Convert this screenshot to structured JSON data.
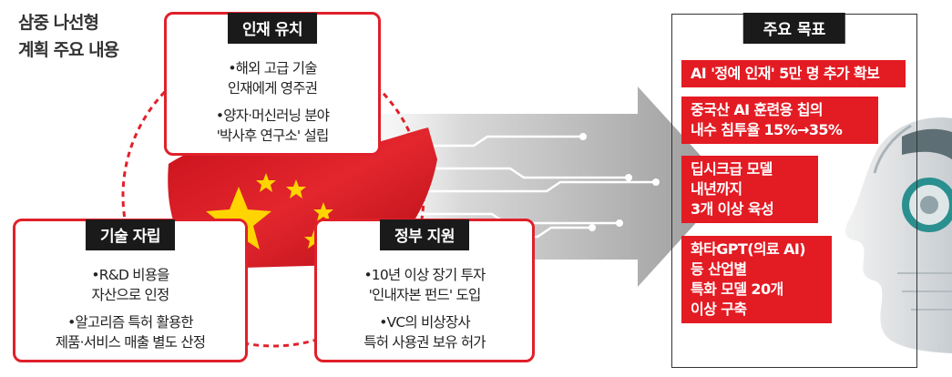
{
  "title": {
    "line1": "삼중 나선형",
    "line2": "계획 주요 내용"
  },
  "talent": {
    "tag": "인재 유치",
    "items": [
      [
        "해외 고급 기술",
        "인재에게 영주권"
      ],
      [
        "양자·머신러닝 분야",
        "'박사후 연구소' 설립"
      ]
    ]
  },
  "tech": {
    "tag": "기술 자립",
    "items": [
      [
        "R&D 비용을",
        "자산으로 인정"
      ],
      [
        "알고리즘 특허 활용한",
        "제품·서비스 매출 별도 산정"
      ]
    ]
  },
  "gov": {
    "tag": "정부 지원",
    "items": [
      [
        "10년 이상 장기 투자",
        "'인내자본 펀드' 도입"
      ],
      [
        "VC의 비상장사",
        "특허 사용권 보유 허가"
      ]
    ]
  },
  "goals": {
    "tag": "주요 목표",
    "items": [
      [
        "AI '정예 인재' 5만 명 추가 확보"
      ],
      [
        "중국산 AI 훈련용 칩의",
        "내수 침투율 15%→35%"
      ],
      [
        "딥시크급 모델",
        "내년까지",
        "3개 이상 육성"
      ],
      [
        "화타GPT(의료 AI)",
        "등 산업별",
        "특화 모델 20개",
        "이상 구축"
      ]
    ]
  },
  "colors": {
    "accent": "#e31b23",
    "tag_bg": "#1a1a1a",
    "flag_star": "#ffd400"
  }
}
